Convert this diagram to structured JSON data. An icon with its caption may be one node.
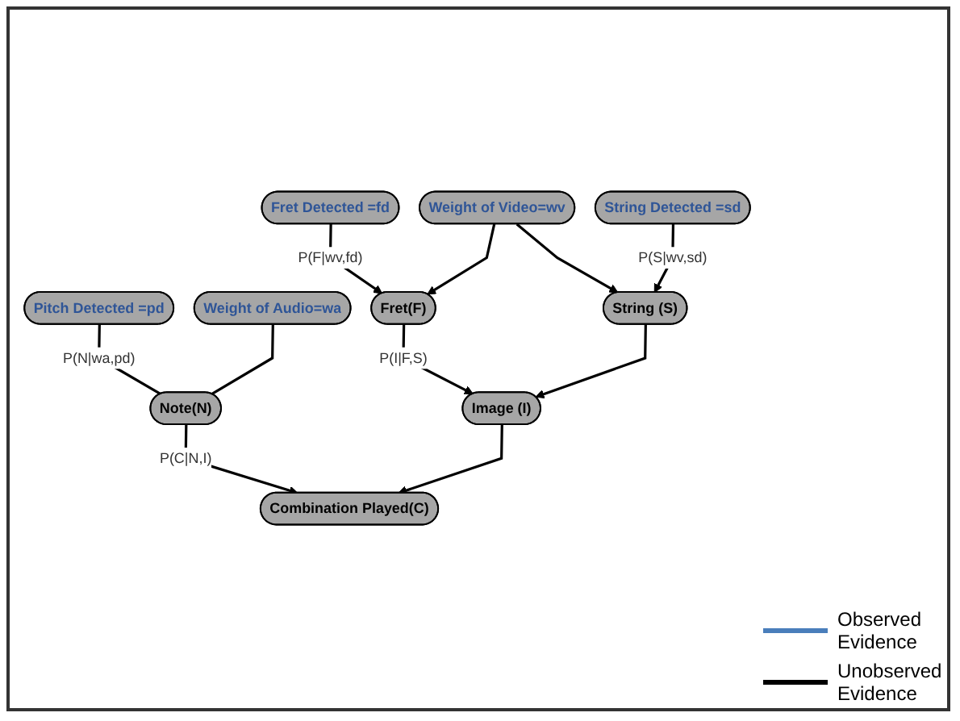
{
  "diagram": {
    "nodes": [
      {
        "text": [
          "Pitch Detected =pd"
        ]
      },
      {
        "text": [
          "Weight of Audio=wa"
        ]
      },
      {
        "text": [
          "Fret Detected =fd"
        ]
      },
      {
        "text": [
          "Weight of Video=wv"
        ]
      },
      {
        "text": [
          "String Detected =sd"
        ]
      },
      {
        "text": [
          "Fret(F)"
        ]
      },
      {
        "text": [
          "String (S)"
        ]
      },
      {
        "text": [
          "Note(N)"
        ]
      },
      {
        "text": [
          "Image (I)"
        ]
      },
      {
        "text": [
          "Combination Played(C)"
        ]
      }
    ],
    "edges": [
      {
        "from": 0,
        "to": 7,
        "arrow": "none",
        "label": "P(N|wa,pd)"
      },
      {
        "from": 1,
        "to": 7,
        "arrow": "none"
      },
      {
        "from": 2,
        "to": 5,
        "arrow": "to",
        "label": "P(F|wv,fd)"
      },
      {
        "from": 3,
        "to": 5,
        "arrow": "to"
      },
      {
        "from": 3,
        "to": 6,
        "arrow": "to"
      },
      {
        "from": 4,
        "to": 6,
        "arrow": "to",
        "label": "P(S|wv,sd)"
      },
      {
        "from": 5,
        "to": 8,
        "arrow": "to",
        "label": "P(I|F,S)"
      },
      {
        "from": 6,
        "to": 8,
        "arrow": "to"
      },
      {
        "from": 7,
        "to": 9,
        "arrow": "to",
        "label": "P(C|N,I)"
      },
      {
        "from": 8,
        "to": 9,
        "arrow": "to"
      }
    ],
    "legend": [
      {
        "text": "Observed Evidence"
      },
      {
        "text": "Unobserved Evidence"
      }
    ]
  }
}
